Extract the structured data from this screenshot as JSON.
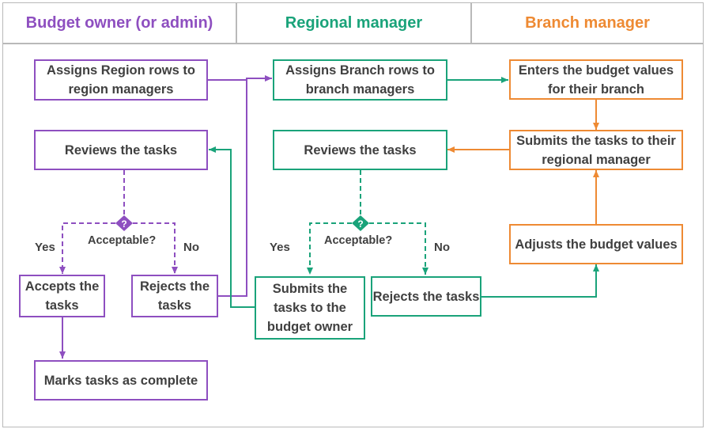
{
  "colors": {
    "budget_owner": "#8e4fc0",
    "regional_manager": "#1aa37a",
    "branch_manager": "#ee8a33",
    "text": "#404040",
    "border": "#b9b9b9"
  },
  "lanes": {
    "budget_owner": "Budget owner (or admin)",
    "regional_manager": "Regional manager",
    "branch_manager": "Branch manager"
  },
  "budget_owner": {
    "assign_regions": "Assigns Region rows to region managers",
    "review": "Reviews the tasks",
    "decision_mark": "?",
    "decision": "Acceptable?",
    "yes": "Yes",
    "no": "No",
    "accept": "Accepts the tasks",
    "reject": "Rejects the tasks",
    "complete": "Marks tasks as complete"
  },
  "regional_manager": {
    "assign_branches": "Assigns Branch rows to branch managers",
    "review": "Reviews the tasks",
    "decision_mark": "?",
    "decision": "Acceptable?",
    "yes": "Yes",
    "no": "No",
    "submit": "Submits the tasks to the budget owner",
    "reject": "Rejects the tasks"
  },
  "branch_manager": {
    "enter": "Enters the budget values for their branch",
    "submit": "Submits the tasks to their regional manager",
    "adjust": "Adjusts the budget values"
  }
}
